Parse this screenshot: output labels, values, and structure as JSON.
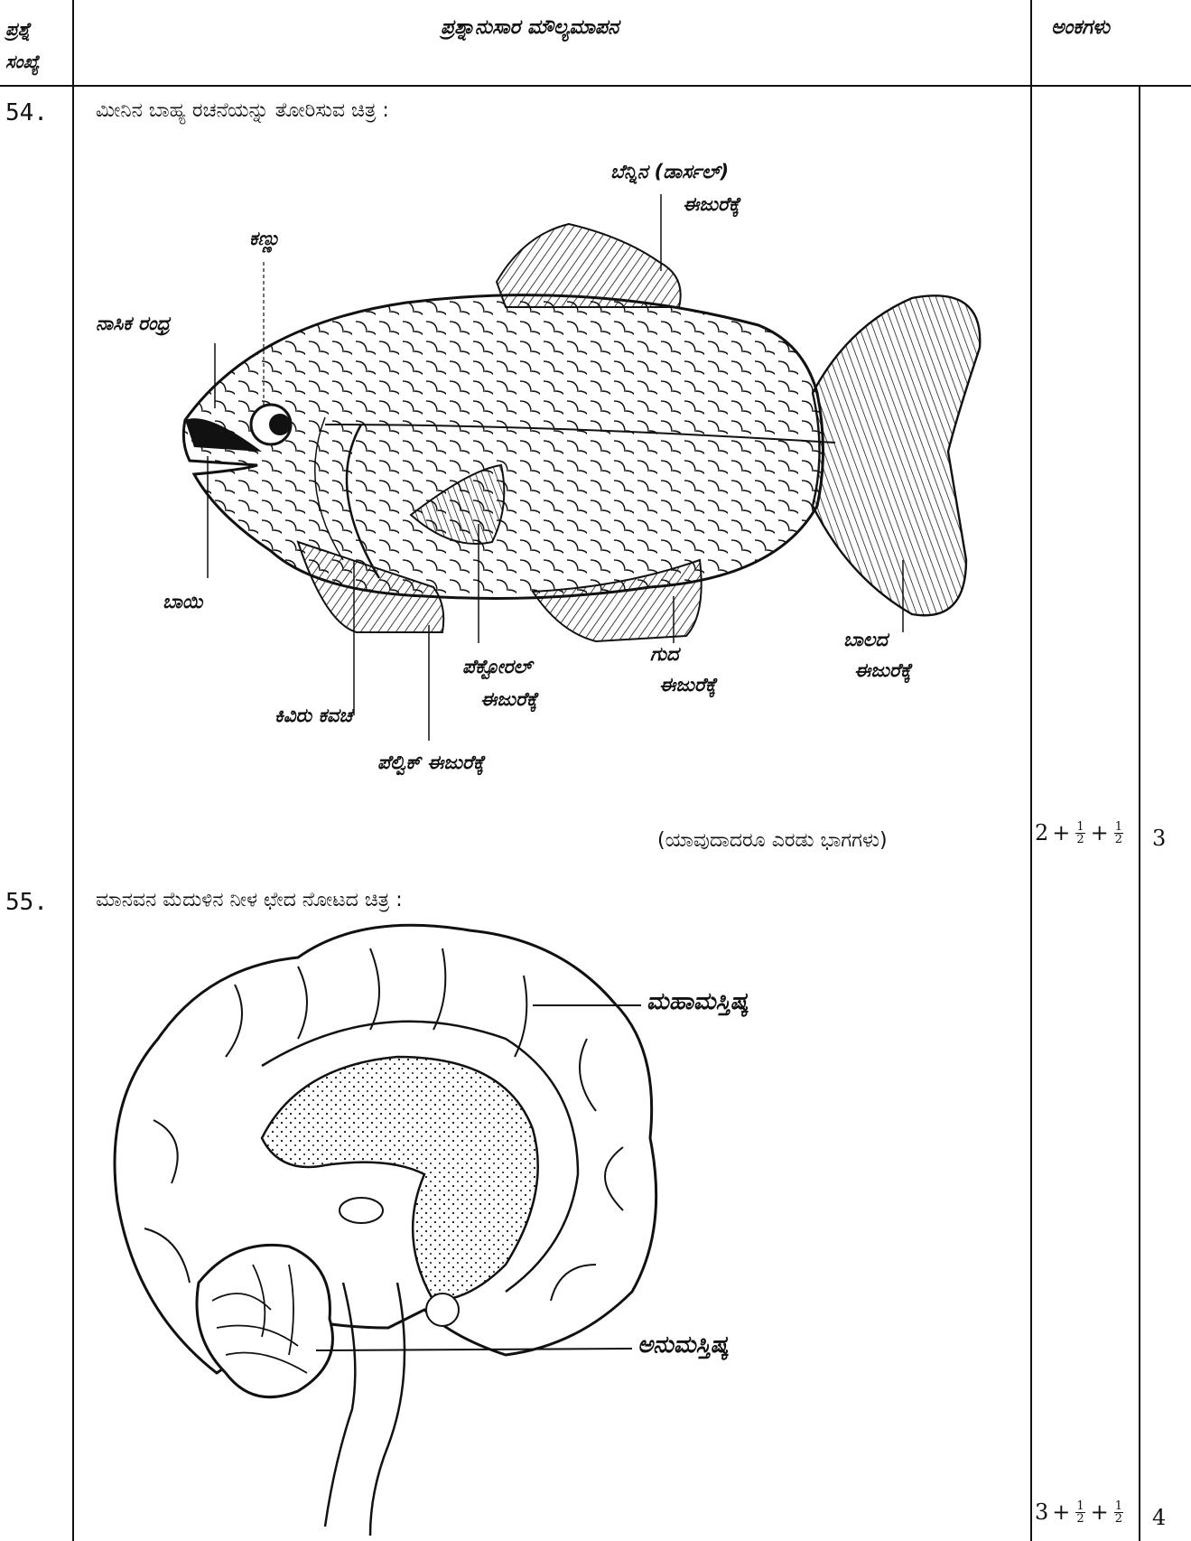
{
  "header": {
    "col1_line1": "ಪ್ರಶ್ನೆ",
    "col1_line2": "ಸಂಖ್ಯೆ",
    "col2": "ಪ್ರಶ್ನಾನುಸಾರ ಮೌಲ್ಯಮಾಪನ",
    "col3": "ಅಂಕಗಳು"
  },
  "q54": {
    "number": "54.",
    "title": "ಮೀನಿನ ಬಾಹ್ಯ ರಚನೆಯನ್ನು ತೋರಿಸುವ ಚಿತ್ರ :",
    "labels": {
      "dorsal_1": "ಬೆನ್ನಿನ (ಡಾರ್ಸಲ್)",
      "dorsal_2": "ಈಜುರೆಕ್ಕೆ",
      "eye": "ಕಣ್ಣು",
      "nostril": "ನಾಸಿಕ ರಂಧ್ರ",
      "mouth": "ಬಾಯಿ",
      "operculum": "ಕಿವಿರು ಕವಚ",
      "pectoral_1": "ಪೆಕ್ಟೋರಲ್",
      "pectoral_2": "ಈಜುರೆಕ್ಕೆ",
      "anal_1": "ಗುದ",
      "anal_2": "ಈಜುರೆಕ್ಕೆ",
      "caudal_1": "ಬಾಲದ",
      "caudal_2": "ಈಜುರೆಕ್ಕೆ",
      "pelvic": "ಪೆಲ್ವಿಕ್ ಈಜುರೆಕ್ಕೆ"
    },
    "note": "(ಯಾವುದಾದರೂ ಎರಡು ಭಾಗಗಳು)",
    "marks": {
      "whole": "2",
      "half_num": "1",
      "half_den": "2",
      "total": "3"
    }
  },
  "q55": {
    "number": "55.",
    "title": "ಮಾನವನ ಮೆದುಳಿನ ನೀಳ ಛೇದ ನೋಟದ ಚಿತ್ರ :",
    "labels": {
      "cerebrum": "ಮಹಾಮಸ್ತಿಷ್ಕ",
      "cerebellum": "ಅನುಮಸ್ತಿಷ್ಕ"
    },
    "marks": {
      "whole": "3",
      "half_num": "1",
      "half_den": "2",
      "total": "4"
    }
  }
}
